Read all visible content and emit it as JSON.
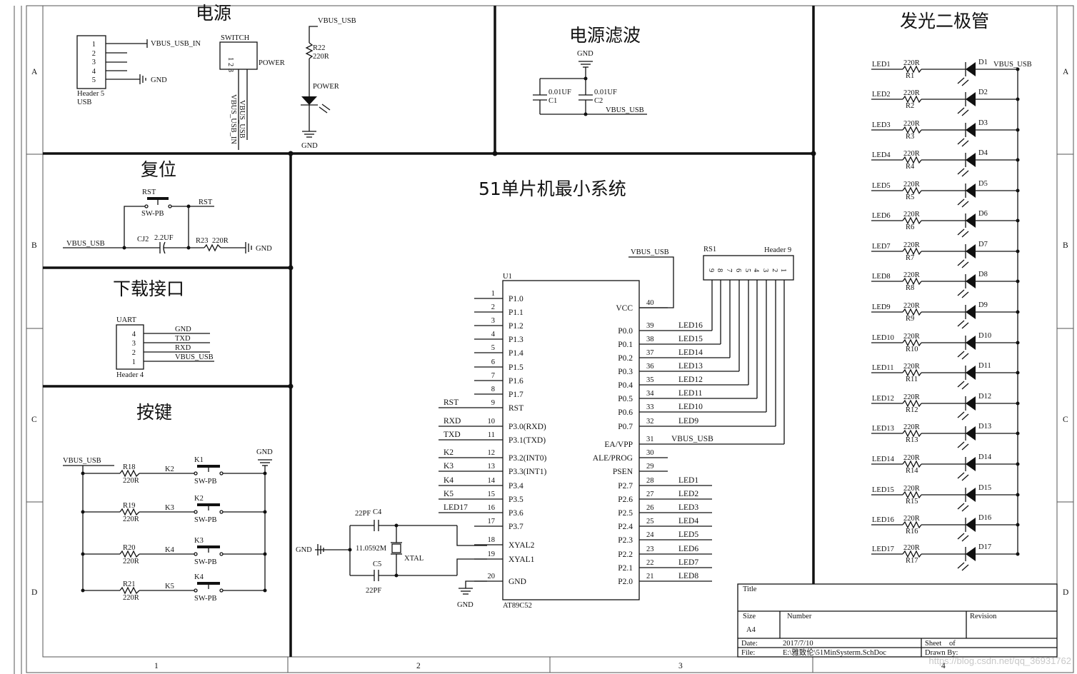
{
  "sections": {
    "power": "电源",
    "filter": "电源滤波",
    "leds": "发光二极管",
    "reset": "复位",
    "mcu": "51单片机最小系统",
    "download": "下载接口",
    "keys": "按键"
  },
  "border": {
    "rows": [
      "A",
      "B",
      "C",
      "D"
    ],
    "cols": [
      "1",
      "2",
      "3",
      "4"
    ]
  },
  "power": {
    "vbus_usb_in": "VBUS_USB_IN",
    "gnd": "GND",
    "header_name": "Header 5",
    "header_label": "USB",
    "pins": [
      "1",
      "2",
      "3",
      "4",
      "5"
    ],
    "switch": "SWITCH",
    "switch_pins": "1 2 3",
    "power_net": "POWER",
    "switch_out1": "VBUS_USB",
    "switch_out2": "VBUS_USB_IN",
    "vbus_usb": "VBUS_USB",
    "r22": "R22",
    "r22_val": "220R",
    "led_net": "POWER",
    "gnd2": "GND"
  },
  "filter": {
    "gnd": "GND",
    "c1_val": "0.01UF",
    "c1": "C1",
    "c2_val": "0.01UF",
    "c2": "C2",
    "vbus": "VBUS_USB"
  },
  "reset": {
    "rst_sw": "RST",
    "sw_type": "SW-PB",
    "rst_net": "RST",
    "vbus": "VBUS_USB",
    "cj2": "CJ2",
    "cap_val": "2.2UF",
    "r23": "R23",
    "r23_val": "220R",
    "gnd": "GND"
  },
  "download": {
    "uart": "UART",
    "pins": [
      "4",
      "3",
      "2",
      "1"
    ],
    "nets": [
      "GND",
      "TXD",
      "RXD",
      "VBUS_USB"
    ],
    "header": "Header 4"
  },
  "keys": {
    "vbus": "VBUS_USB",
    "gnd": "GND",
    "rows": [
      {
        "r": "R18",
        "rv": "220R",
        "net": "K2",
        "k": "K1",
        "sw": "SW-PB"
      },
      {
        "r": "R19",
        "rv": "220R",
        "net": "K3",
        "k": "K2",
        "sw": "SW-PB"
      },
      {
        "r": "R20",
        "rv": "220R",
        "net": "K4",
        "k": "K3",
        "sw": "SW-PB"
      },
      {
        "r": "R21",
        "rv": "220R",
        "net": "K5",
        "k": "K4",
        "sw": "SW-PB"
      }
    ]
  },
  "mcu": {
    "ref": "U1",
    "part": "AT89C52",
    "left_pins": [
      {
        "num": "1",
        "name": "P1.0",
        "net": ""
      },
      {
        "num": "2",
        "name": "P1.1",
        "net": ""
      },
      {
        "num": "3",
        "name": "P1.2",
        "net": ""
      },
      {
        "num": "4",
        "name": "P1.3",
        "net": ""
      },
      {
        "num": "5",
        "name": "P1.4",
        "net": ""
      },
      {
        "num": "6",
        "name": "P1.5",
        "net": ""
      },
      {
        "num": "7",
        "name": "P1.6",
        "net": ""
      },
      {
        "num": "8",
        "name": "P1.7",
        "net": ""
      },
      {
        "num": "9",
        "name": "RST",
        "net": "RST"
      },
      {
        "num": "10",
        "name": "P3.0(RXD)",
        "net": "RXD"
      },
      {
        "num": "11",
        "name": "P3.1(TXD)",
        "net": "TXD"
      },
      {
        "num": "12",
        "name": "P3.2(INT0)",
        "net": "K2"
      },
      {
        "num": "13",
        "name": "P3.3(INT1)",
        "net": "K3"
      },
      {
        "num": "14",
        "name": "P3.4",
        "net": "K4"
      },
      {
        "num": "15",
        "name": "P3.5",
        "net": "K5"
      },
      {
        "num": "16",
        "name": "P3.6",
        "net": "LED17"
      },
      {
        "num": "17",
        "name": "P3.7",
        "net": ""
      },
      {
        "num": "18",
        "name": "XYAL2",
        "net": ""
      },
      {
        "num": "19",
        "name": "XYAL1",
        "net": ""
      },
      {
        "num": "20",
        "name": "GND",
        "net": ""
      }
    ],
    "right_pins": [
      {
        "num": "40",
        "name": "VCC",
        "net": ""
      },
      {
        "num": "39",
        "name": "P0.0",
        "net": "LED16"
      },
      {
        "num": "38",
        "name": "P0.1",
        "net": "LED15"
      },
      {
        "num": "37",
        "name": "P0.2",
        "net": "LED14"
      },
      {
        "num": "36",
        "name": "P0.3",
        "net": "LED13"
      },
      {
        "num": "35",
        "name": "P0.4",
        "net": "LED12"
      },
      {
        "num": "34",
        "name": "P0.5",
        "net": "LED11"
      },
      {
        "num": "33",
        "name": "P0.6",
        "net": "LED10"
      },
      {
        "num": "32",
        "name": "P0.7",
        "net": "LED9"
      },
      {
        "num": "31",
        "name": "EA/VPP",
        "net": "VBUS_USB"
      },
      {
        "num": "30",
        "name": "ALE/PROG",
        "net": ""
      },
      {
        "num": "29",
        "name": "PSEN",
        "net": ""
      },
      {
        "num": "28",
        "name": "P2.7",
        "net": "LED1"
      },
      {
        "num": "27",
        "name": "P2.6",
        "net": "LED2"
      },
      {
        "num": "26",
        "name": "P2.5",
        "net": "LED3"
      },
      {
        "num": "25",
        "name": "P2.4",
        "net": "LED4"
      },
      {
        "num": "24",
        "name": "P2.3",
        "net": "LED5"
      },
      {
        "num": "23",
        "name": "P2.2",
        "net": "LED6"
      },
      {
        "num": "22",
        "name": "P2.1",
        "net": "LED7"
      },
      {
        "num": "21",
        "name": "P2.0",
        "net": "LED8"
      }
    ],
    "vbus": "VBUS_USB",
    "rs1": "RS1",
    "rs1_header": "Header 9",
    "rs1_pins": [
      "9",
      "8",
      "7",
      "6",
      "5",
      "4",
      "3",
      "2",
      "1"
    ],
    "gnd": "GND",
    "c4_val": "22PF",
    "c4": "C4",
    "c5": "C5",
    "c5_val": "22PF",
    "xtal_freq": "11.0592M",
    "xtal": "XTAL",
    "gnd_xtal": "GND"
  },
  "leds": {
    "vbus": "VBUS_USB",
    "items": [
      {
        "net": "LED1",
        "rv": "220R",
        "r": "R1",
        "d": "D1"
      },
      {
        "net": "LED2",
        "rv": "220R",
        "r": "R2",
        "d": "D2"
      },
      {
        "net": "LED3",
        "rv": "220R",
        "r": "R3",
        "d": "D3"
      },
      {
        "net": "LED4",
        "rv": "220R",
        "r": "R4",
        "d": "D4"
      },
      {
        "net": "LED5",
        "rv": "220R",
        "r": "R5",
        "d": "D5"
      },
      {
        "net": "LED6",
        "rv": "220R",
        "r": "R6",
        "d": "D6"
      },
      {
        "net": "LED7",
        "rv": "220R",
        "r": "R7",
        "d": "D7"
      },
      {
        "net": "LED8",
        "rv": "220R",
        "r": "R8",
        "d": "D8"
      },
      {
        "net": "LED9",
        "rv": "220R",
        "r": "R9",
        "d": "D9"
      },
      {
        "net": "LED10",
        "rv": "220R",
        "r": "R10",
        "d": "D10"
      },
      {
        "net": "LED11",
        "rv": "220R",
        "r": "R11",
        "d": "D11"
      },
      {
        "net": "LED12",
        "rv": "220R",
        "r": "R12",
        "d": "D12"
      },
      {
        "net": "LED13",
        "rv": "220R",
        "r": "R13",
        "d": "D13"
      },
      {
        "net": "LED14",
        "rv": "220R",
        "r": "R14",
        "d": "D14"
      },
      {
        "net": "LED15",
        "rv": "220R",
        "r": "R15",
        "d": "D15"
      },
      {
        "net": "LED16",
        "rv": "220R",
        "r": "R16",
        "d": "D16"
      },
      {
        "net": "LED17",
        "rv": "220R",
        "r": "R17",
        "d": "D17"
      }
    ]
  },
  "title_block": {
    "title": "Title",
    "size_lbl": "Size",
    "size": "A4",
    "number_lbl": "Number",
    "revision_lbl": "Revision",
    "date_lbl": "Date:",
    "date": "2017/7/10",
    "sheet_lbl": "Sheet",
    "of_lbl": "of",
    "file_lbl": "File:",
    "file": "E:\\雅致伦\\51MinSysterm.SchDoc",
    "drawn_lbl": "Drawn By:"
  },
  "watermark": "https://blog.csdn.net/qq_36931762"
}
